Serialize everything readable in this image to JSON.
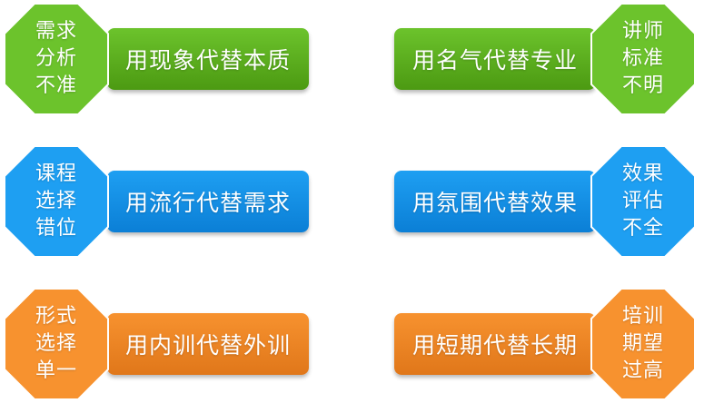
{
  "colors": {
    "green": "#6cc32c",
    "green_dark": "#4c9a12",
    "blue": "#1e9ff2",
    "blue_dark": "#0b7fd6",
    "orange": "#f7922f",
    "orange_dark": "#e0771a"
  },
  "items": [
    {
      "tag": [
        "需求",
        "分析",
        "不准"
      ],
      "label": "用现象代替本质",
      "color": "green"
    },
    {
      "tag": [
        "讲师",
        "标准",
        "不明"
      ],
      "label": "用名气代替专业",
      "color": "green"
    },
    {
      "tag": [
        "课程",
        "选择",
        "错位"
      ],
      "label": "用流行代替需求",
      "color": "blue"
    },
    {
      "tag": [
        "效果",
        "评估",
        "不全"
      ],
      "label": "用氛围代替效果",
      "color": "blue"
    },
    {
      "tag": [
        "形式",
        "选择",
        "单一"
      ],
      "label": "用内训代替外训",
      "color": "orange"
    },
    {
      "tag": [
        "培训",
        "期望",
        "过高"
      ],
      "label": "用短期代替长期",
      "color": "orange"
    }
  ]
}
